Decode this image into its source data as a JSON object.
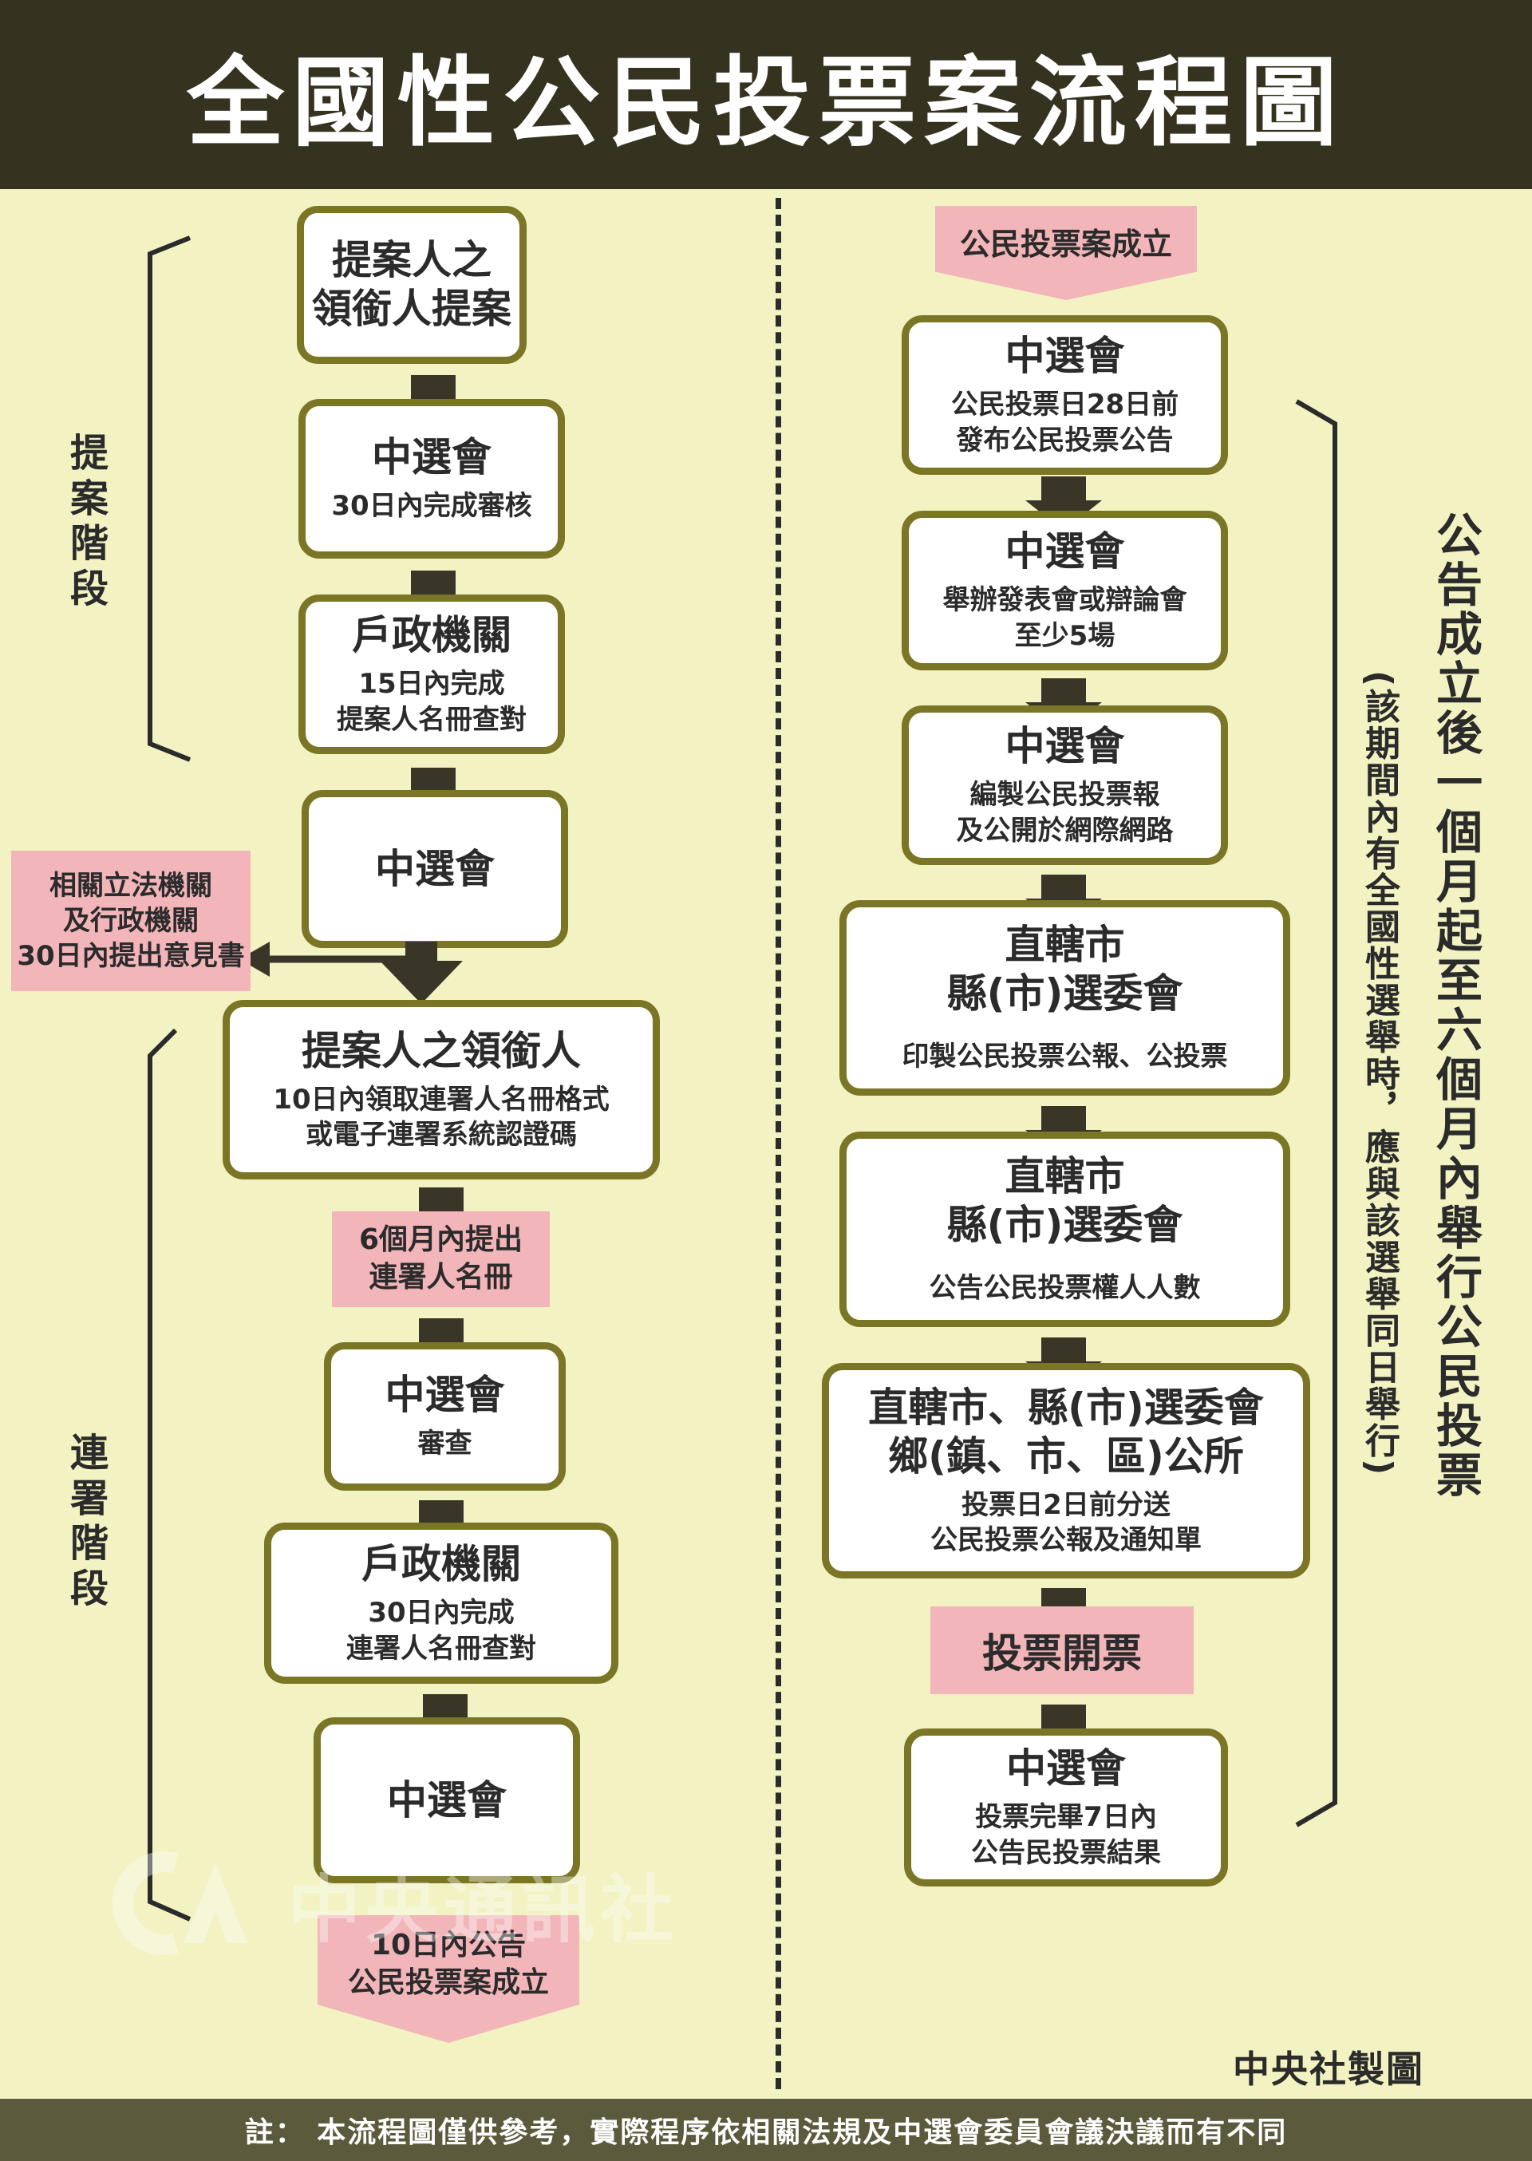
{
  "title": "全國性公民投票案流程圖",
  "footer_note": "註： 本流程圖僅供參考，實際程序依相關法規及中選會委員會議決議而有不同",
  "credit": "中央社製圖",
  "watermark": "中央通訊社",
  "stages": {
    "proposal": "提案階段",
    "signature": "連署階段"
  },
  "side_note": {
    "main": "公告成立後一個月起至六個月內舉行公民投票",
    "sub": "(該期間內有全國性選舉時，應與該選舉同日舉行)"
  },
  "left": {
    "b1": {
      "title": "提案人之\n領銜人提案"
    },
    "b2": {
      "title": "中選會",
      "sub": "30日內完成審核"
    },
    "b3": {
      "title": "戶政機關",
      "sub": "15日內完成\n提案人名冊查對"
    },
    "b4": {
      "title": "中選會"
    },
    "side_box": "相關立法機關\n及行政機關\n30日內提出意見書",
    "b5": {
      "title": "提案人之領銜人",
      "sub": "10日內領取連署人名冊格式\n或電子連署系統認證碼"
    },
    "pink1": "6個月內提出\n連署人名冊",
    "b6": {
      "title": "中選會",
      "sub": "審查"
    },
    "b7": {
      "title": "戶政機關",
      "sub": "30日內完成\n連署人名冊查對"
    },
    "b8": {
      "title": "中選會"
    },
    "end": "10日內公告\n公民投票案成立"
  },
  "right": {
    "start": "公民投票案成立",
    "b1": {
      "title": "中選會",
      "sub": "公民投票日28日前\n發布公民投票公告"
    },
    "b2": {
      "title": "中選會",
      "sub": "舉辦發表會或辯論會\n至少5場"
    },
    "b3": {
      "title": "中選會",
      "sub": "編製公民投票報\n及公開於網際網路"
    },
    "b4": {
      "title": "直轄市\n縣(市)選委會",
      "sub": "印製公民投票公報、公投票"
    },
    "b5": {
      "title": "直轄市\n縣(市)選委會",
      "sub": "公告公民投票權人人數"
    },
    "b6": {
      "title": "直轄市、縣(市)選委會\n鄉(鎮、市、區)公所",
      "sub": "投票日2日前分送\n公民投票公報及通知單"
    },
    "vote": "投票開票",
    "b7": {
      "title": "中選會",
      "sub": "投票完畢7日內\n公告民投票結果"
    }
  }
}
